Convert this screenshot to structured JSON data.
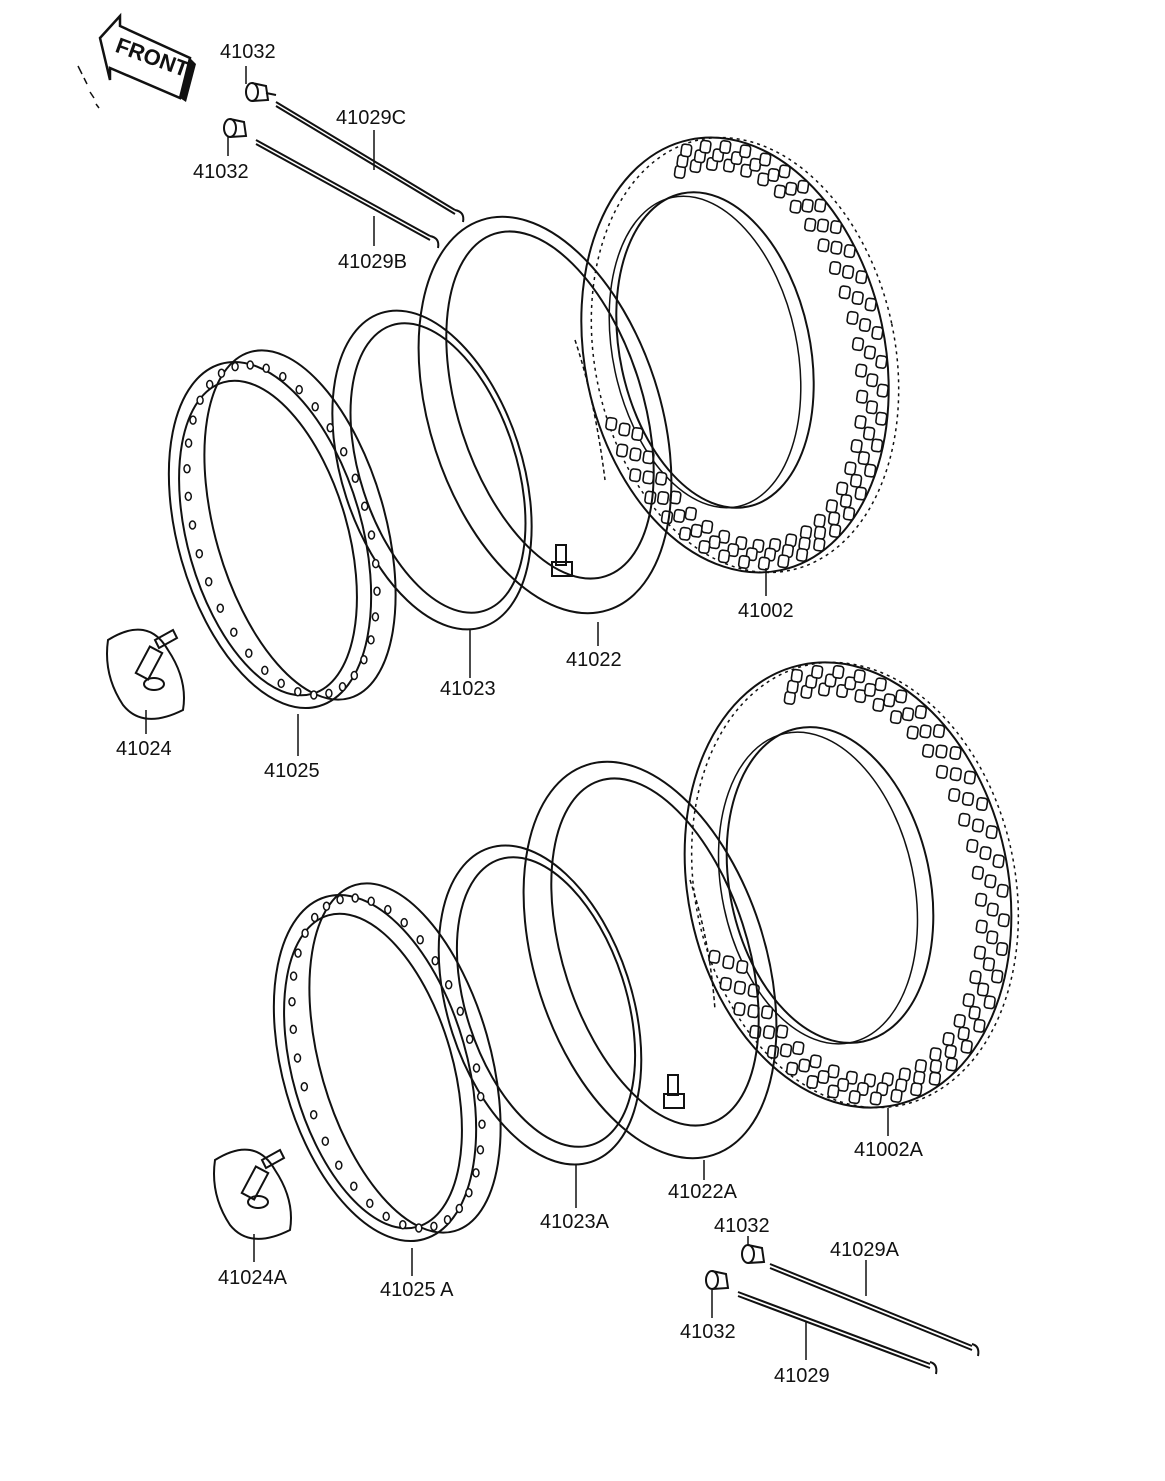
{
  "direction_label": "FRONT",
  "part_labels": {
    "front_spoke_head_upper": "41032",
    "front_spoke_head_lower": "41032",
    "front_spoke_c": "41029C",
    "front_spoke_b": "41029B",
    "front_tire": "41002",
    "front_tube": "41022",
    "front_rim_band": "41023",
    "front_rim": "41025",
    "front_rim_lock": "41024",
    "rear_tire": "41002A",
    "rear_tube": "41022A",
    "rear_rim_band": "41023A",
    "rear_rim": "41025 A",
    "rear_rim_lock": "41024A",
    "rear_spoke_head_upper": "41032",
    "rear_spoke_head_lower": "41032",
    "rear_spoke_a": "41029A",
    "rear_spoke": "41029"
  }
}
